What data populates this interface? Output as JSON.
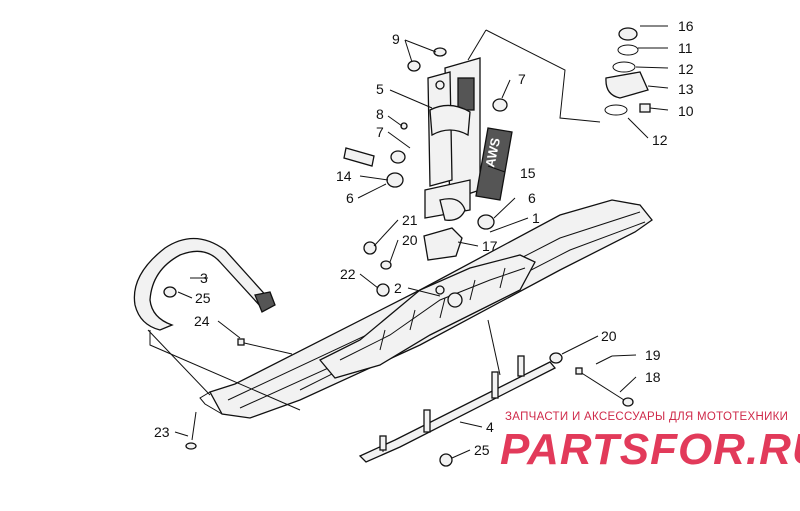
{
  "callouts": [
    {
      "id": "c16",
      "text": "16"
    },
    {
      "id": "c11",
      "text": "11"
    },
    {
      "id": "c12a",
      "text": "12"
    },
    {
      "id": "c13",
      "text": "13"
    },
    {
      "id": "c10",
      "text": "10"
    },
    {
      "id": "c12b",
      "text": "12"
    },
    {
      "id": "c9",
      "text": "9"
    },
    {
      "id": "c5",
      "text": "5"
    },
    {
      "id": "c7a",
      "text": "7"
    },
    {
      "id": "c8",
      "text": "8"
    },
    {
      "id": "c7b",
      "text": "7"
    },
    {
      "id": "c14",
      "text": "14"
    },
    {
      "id": "c15",
      "text": "15"
    },
    {
      "id": "c6a",
      "text": "6"
    },
    {
      "id": "c6b",
      "text": "6"
    },
    {
      "id": "c1",
      "text": "1"
    },
    {
      "id": "c21",
      "text": "21"
    },
    {
      "id": "c20a",
      "text": "20"
    },
    {
      "id": "c17",
      "text": "17"
    },
    {
      "id": "c3",
      "text": "3"
    },
    {
      "id": "c25a",
      "text": "25"
    },
    {
      "id": "c22",
      "text": "22"
    },
    {
      "id": "c2",
      "text": "2"
    },
    {
      "id": "c24",
      "text": "24"
    },
    {
      "id": "c20b",
      "text": "20"
    },
    {
      "id": "c19",
      "text": "19"
    },
    {
      "id": "c18",
      "text": "18"
    },
    {
      "id": "c23",
      "text": "23"
    },
    {
      "id": "c4",
      "text": "4"
    },
    {
      "id": "c25b",
      "text": "25"
    }
  ],
  "shock_brand": "AWS",
  "watermark": {
    "subtitle": "ЗАПЧАСТИ И АКСЕССУАРЫ ДЛЯ МОТОТЕХНИКИ",
    "logo": "PARTSFOR.RU"
  },
  "colors": {
    "line": "#111111",
    "part_fill": "#f2f2f2",
    "watermark": "#e23a5a"
  }
}
